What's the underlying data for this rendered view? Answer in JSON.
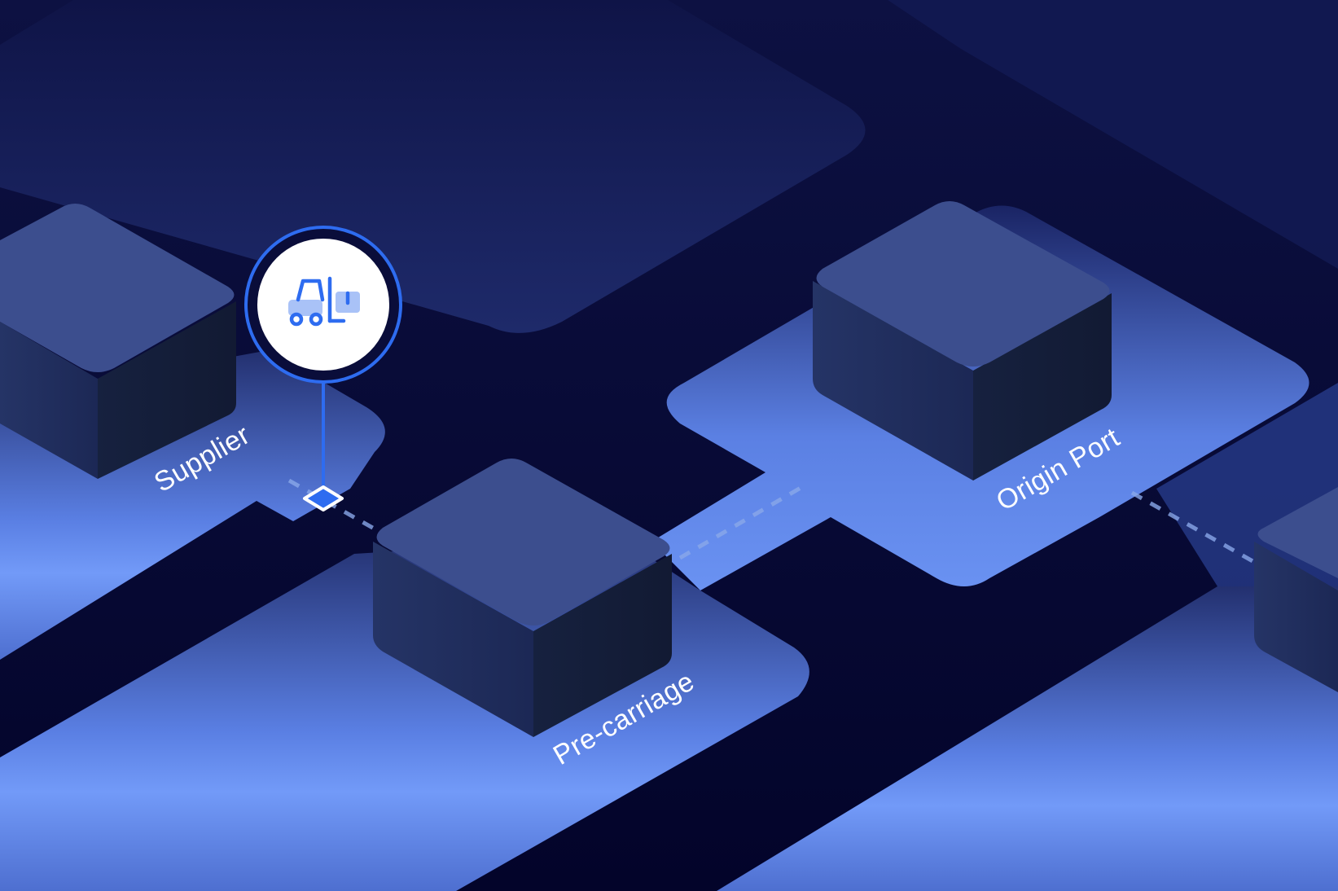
{
  "stages": [
    {
      "id": "supplier",
      "label": "Supplier"
    },
    {
      "id": "pre-carriage",
      "label": "Pre-carriage"
    },
    {
      "id": "origin-port",
      "label": "Origin Port"
    }
  ],
  "pin": {
    "icon": "forklift-icon",
    "stage": "supplier"
  },
  "colors": {
    "background": "#050630",
    "platform_light": "#6f97f5",
    "block_top": "#3c4e8e",
    "block_side": "#1d2a55",
    "accent": "#2e6cf0",
    "label": "#ffffff",
    "connector": "#8aa8e8"
  }
}
